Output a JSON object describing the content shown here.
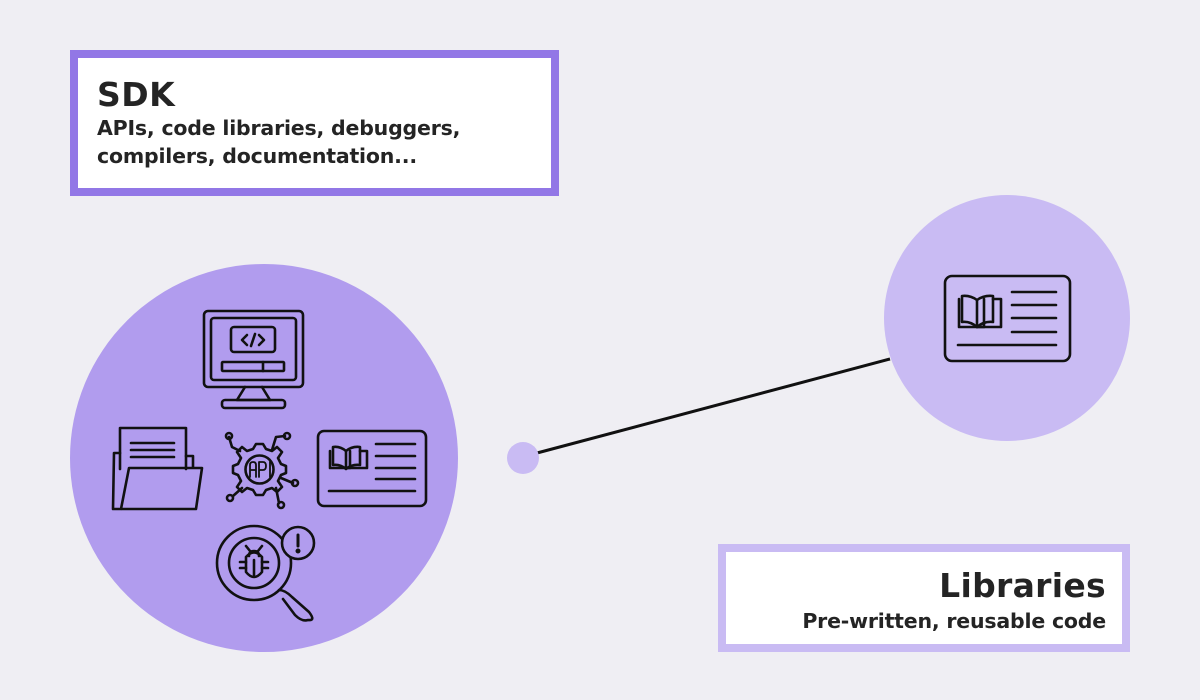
{
  "colors": {
    "background": "#EFEEF3",
    "sdk_circle": "#B19CEE",
    "libraries_circle": "#C9BBF3",
    "connector_dot": "#C9BBF3",
    "sdk_box_border": "#9277E6",
    "libraries_box_border": "#C9BBF3",
    "icon_stroke": "#111111",
    "text": "#242424"
  },
  "sdk": {
    "title": "SDK",
    "description_line1": "APIs, code libraries, debuggers,",
    "description_line2": "compilers, documentation...",
    "icons": [
      "code-monitor-icon",
      "folder-documents-icon",
      "api-gear-icon",
      "library-book-card-icon",
      "bug-search-icon"
    ]
  },
  "libraries": {
    "title": "Libraries",
    "description": "Pre-written, reusable code",
    "icons": [
      "library-book-card-icon"
    ]
  },
  "connector": {
    "from": "sdk-circle",
    "to": "libraries-circle"
  }
}
